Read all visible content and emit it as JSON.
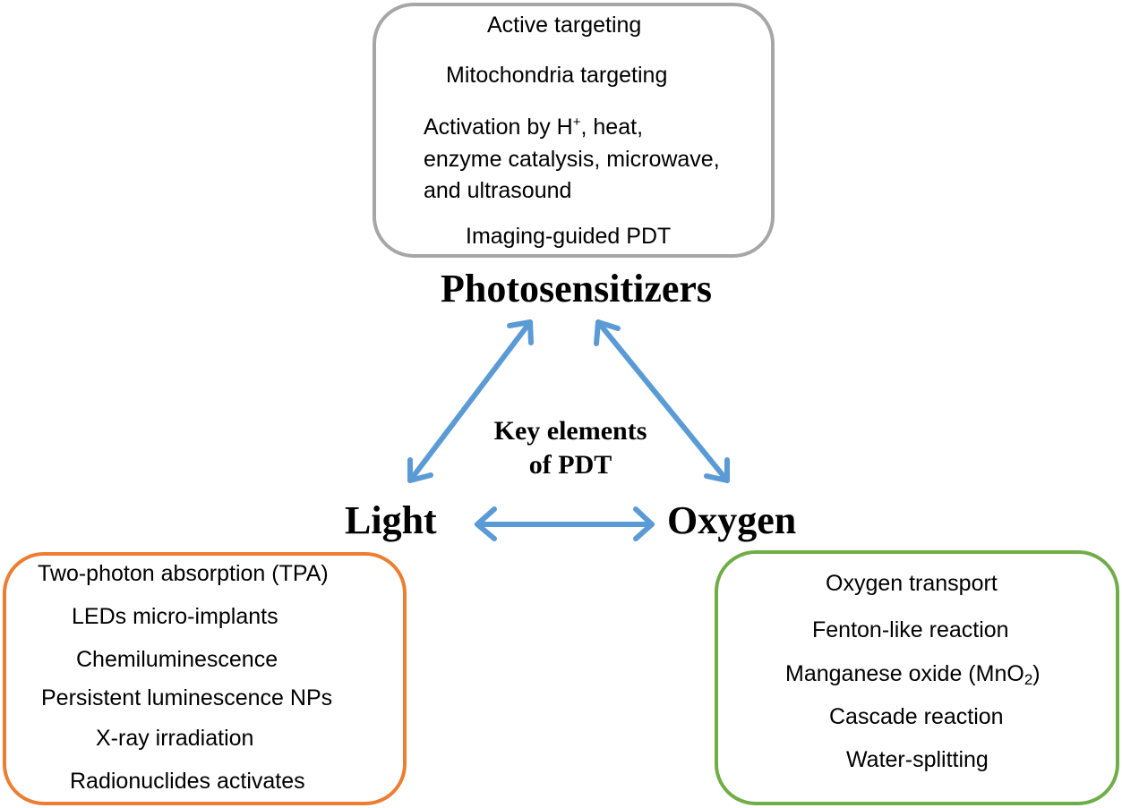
{
  "photosensitizers": {
    "title": "Photosensitizers",
    "items": [
      "Active targeting",
      "Mitochondria targeting",
      "Activation by H",
      "+",
      ", heat,",
      "enzyme catalysis, microwave,",
      "and ultrasound",
      "Imaging-guided PDT"
    ]
  },
  "center": {
    "line1": "Key elements",
    "line2": "of PDT"
  },
  "light": {
    "title": "Light",
    "items": [
      "Two-photon absorption (TPA)",
      "LEDs micro-implants",
      "Chemiluminescence",
      "Persistent luminescence NPs",
      "X-ray irradiation",
      "Radionuclides activates"
    ]
  },
  "oxygen": {
    "title": "Oxygen",
    "items": [
      "Oxygen transport",
      "Fenton-like reaction",
      "Manganese oxide (MnO",
      "2",
      ")",
      "Cascade reaction",
      "Water-splitting"
    ]
  },
  "colors": {
    "photosensitizers_border": "#a6a6a6",
    "light_border": "#ed7d31",
    "oxygen_border": "#70ad47",
    "arrows": "#5b9bd5"
  }
}
